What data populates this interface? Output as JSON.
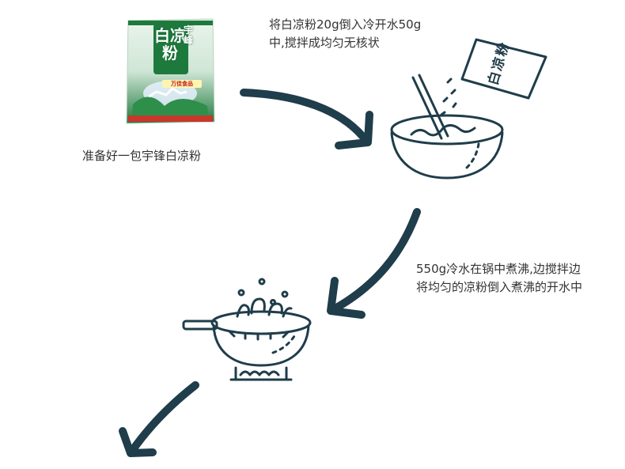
{
  "steps": [
    {
      "caption": "准备好一包宇锋白凉粉"
    },
    {
      "caption": "将白凉粉20g倒入冷开水50g中,搅拌成均匀无核状"
    },
    {
      "caption": "550g冷水在锅中煮沸,边搅拌边将均匀的凉粉倒入煮沸的开水中"
    }
  ],
  "package": {
    "brand": "宇峰",
    "name": "白凉粉",
    "subtitle": "万佳食品"
  },
  "powder_box_label": "白凉粉",
  "colors": {
    "line_art": "#1f3d4a",
    "arrow": "#1f3d4a",
    "text": "#333333",
    "package_green": "#1e7a3c"
  },
  "icons": [
    "arrow-icon",
    "mixing-bowl-icon",
    "powder-box-icon",
    "stirring-spoon-icon",
    "boiling-pot-icon",
    "stove-flame-icon"
  ]
}
